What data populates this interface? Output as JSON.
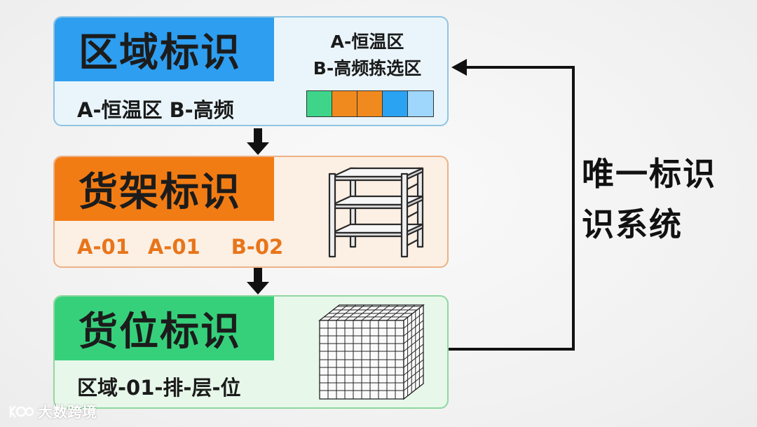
{
  "zone": {
    "title": "区域标识",
    "example": "A-恒温区 B-高频",
    "legend_line1": "A-恒温区",
    "legend_line2": "B-高频拣选区",
    "swatch_colors": [
      "#3ed58a",
      "#f08a1e",
      "#f08a1e",
      "#2aa3f2",
      "#9fd6fb"
    ]
  },
  "shelf": {
    "title": "货架标识",
    "codes": [
      "A-01",
      "A-01",
      "B-02"
    ]
  },
  "slot": {
    "title": "货位标识",
    "format": "区域-01-排-层-位"
  },
  "system": {
    "line1": "唯一标识",
    "line2": "识系统"
  },
  "watermark": {
    "text": "大数跨境"
  },
  "colors": {
    "zone": "#2e9ef0",
    "shelf": "#f27c14",
    "slot": "#36d07b"
  }
}
